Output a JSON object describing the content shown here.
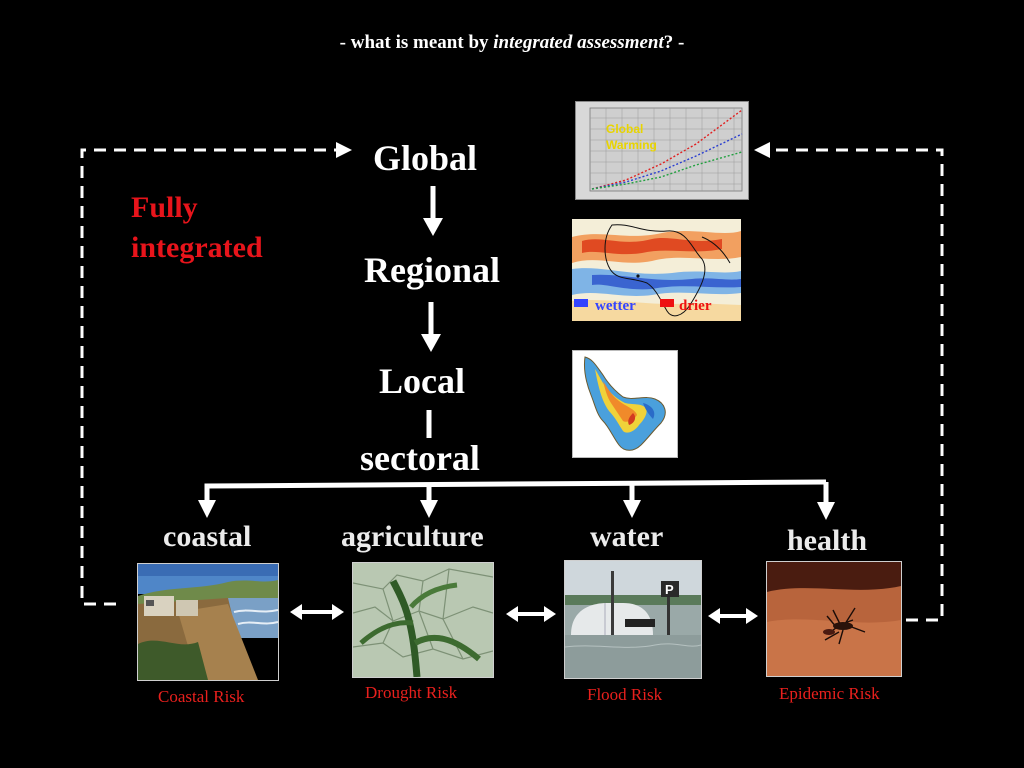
{
  "title": {
    "prefix": "- what is meant by ",
    "emphasis": "integrated assessment",
    "suffix": "? -"
  },
  "levels": {
    "global": "Global",
    "regional": "Regional",
    "local": "Local",
    "sectoral": "sectoral"
  },
  "fully_integrated": [
    "Fully",
    "integrated"
  ],
  "global_chart": {
    "label_line1": "Global",
    "label_line2": "Warming"
  },
  "regional_map": {
    "legend_wetter": "wetter",
    "legend_drier": "drier",
    "wetter_color": "#3344ff",
    "drier_color": "#ee1111"
  },
  "sectors": [
    {
      "name": "coastal",
      "risk": "Coastal Risk"
    },
    {
      "name": "agriculture",
      "risk": "Drought Risk"
    },
    {
      "name": "water",
      "risk": "Flood Risk"
    },
    {
      "name": "health",
      "risk": "Epidemic Risk"
    }
  ],
  "colors": {
    "accent_red": "#e8141b",
    "background": "#000000",
    "text": "#ffffff"
  }
}
